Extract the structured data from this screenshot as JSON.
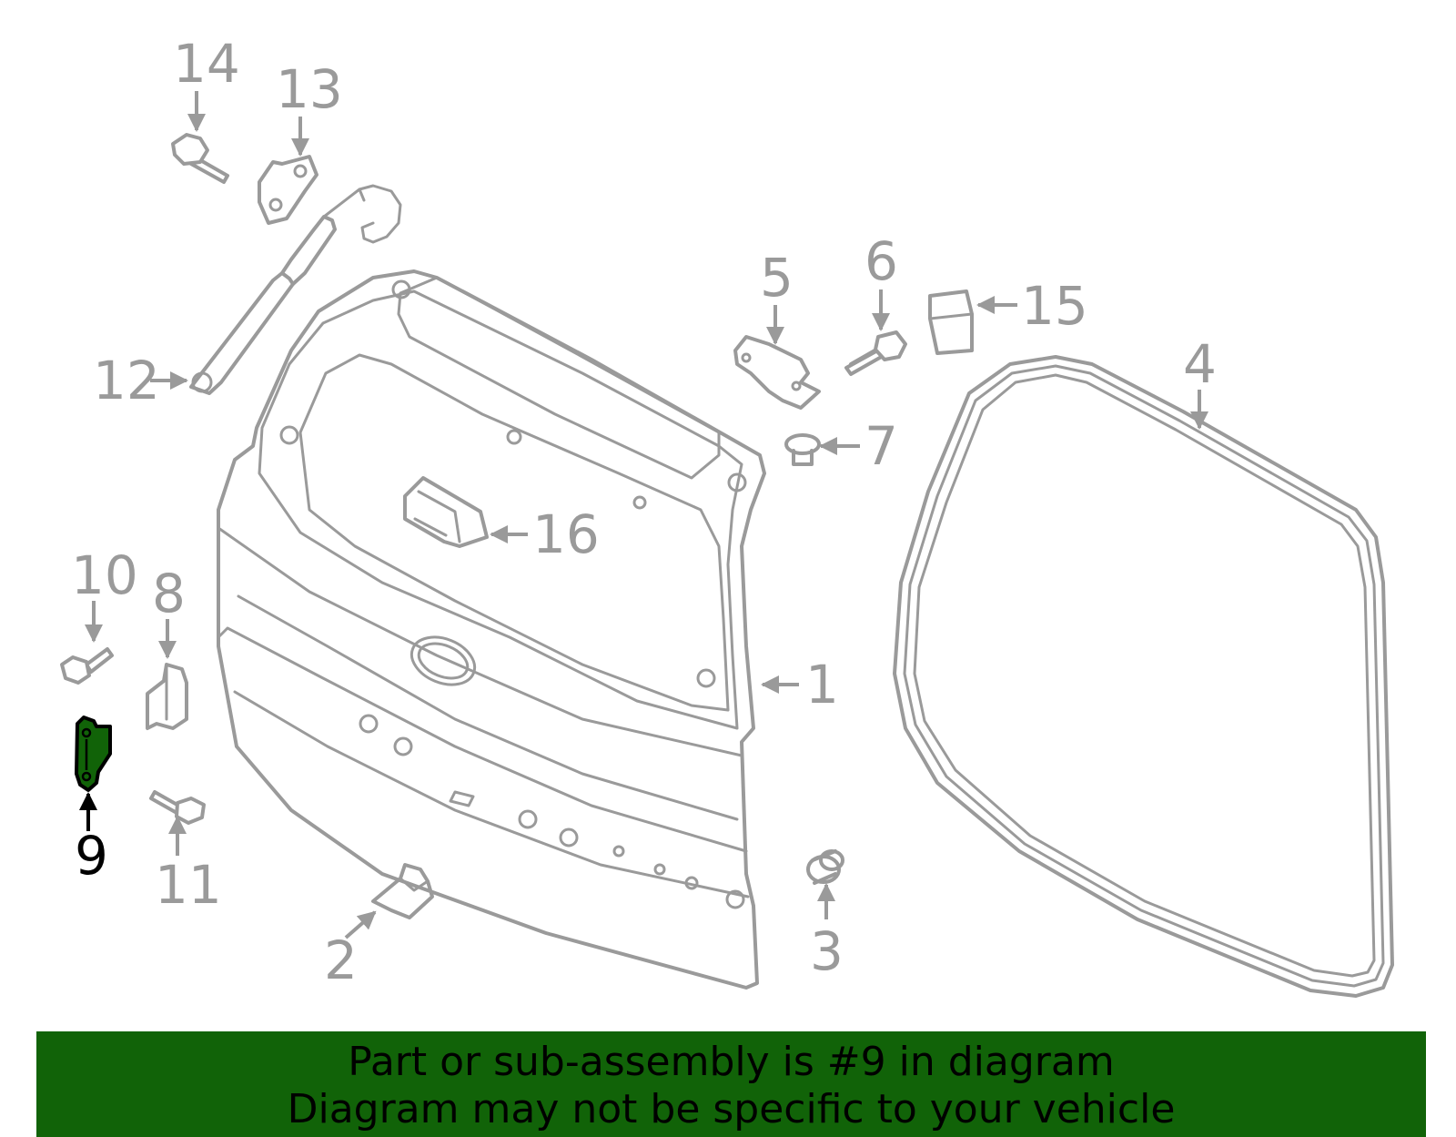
{
  "diagram": {
    "callouts": [
      {
        "id": "1",
        "label": "1"
      },
      {
        "id": "2",
        "label": "2"
      },
      {
        "id": "3",
        "label": "3"
      },
      {
        "id": "4",
        "label": "4"
      },
      {
        "id": "5",
        "label": "5"
      },
      {
        "id": "6",
        "label": "6"
      },
      {
        "id": "7",
        "label": "7"
      },
      {
        "id": "8",
        "label": "8"
      },
      {
        "id": "9",
        "label": "9"
      },
      {
        "id": "10",
        "label": "10"
      },
      {
        "id": "11",
        "label": "11"
      },
      {
        "id": "12",
        "label": "12"
      },
      {
        "id": "13",
        "label": "13"
      },
      {
        "id": "14",
        "label": "14"
      },
      {
        "id": "15",
        "label": "15"
      },
      {
        "id": "16",
        "label": "16"
      }
    ],
    "highlighted_part": "9",
    "colors": {
      "line": "#9a9a9a",
      "highlight_fill": "#116308",
      "highlight_label": "#000000",
      "banner_bg": "#116308"
    }
  },
  "banner": {
    "line1": "Part or sub-assembly is #9 in diagram",
    "line2": "Diagram may not be specific to your vehicle"
  }
}
